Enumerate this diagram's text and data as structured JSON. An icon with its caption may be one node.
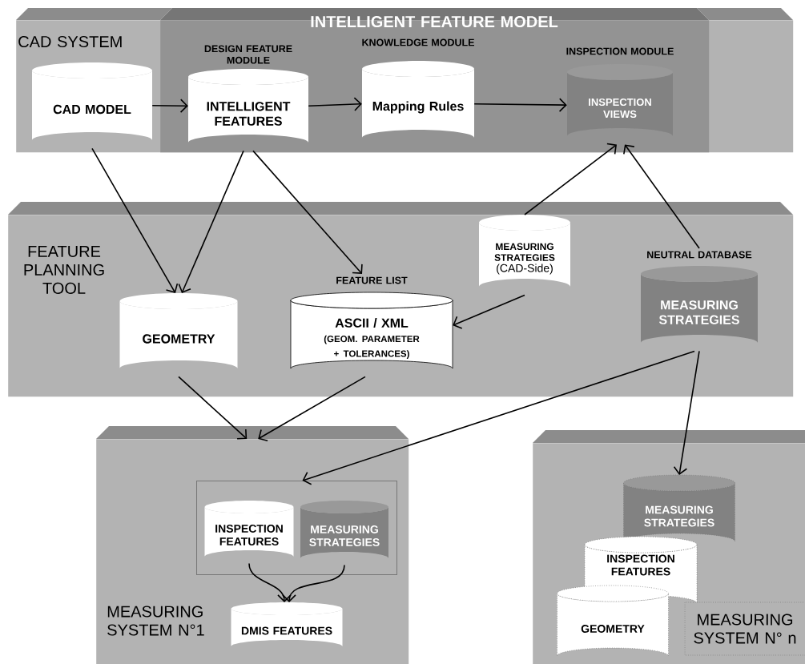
{
  "diagram": {
    "nodes": [
      {
        "text": [
          "CAD SYSTEM"
        ]
      },
      {
        "text": [
          "INTELLIGENT FEATURE MODEL"
        ],
        "in": 0
      },
      {
        "text": [
          "CAD MODEL"
        ],
        "in": 0
      },
      {
        "text": [
          "DESIGN FEATURE MODULE",
          "INTELLIGENT FEATURES"
        ],
        "in": 1
      },
      {
        "text": [
          "KNOWLEDGE MODULE",
          "Mapping Rules"
        ],
        "in": 1
      },
      {
        "text": [
          "INSPECTION MODULE",
          "INSPECTION VIEWS"
        ],
        "in": 1
      },
      {
        "text": [
          "FEATURE PLANNING TOOL"
        ]
      },
      {
        "text": [
          "GEOMETRY"
        ],
        "in": 6
      },
      {
        "text": [
          "FEATURE LIST",
          "ASCII / XML",
          "(GEOM. PARAMETER + TOLERANCES)"
        ],
        "in": 6
      },
      {
        "text": [
          "MEASURING STRATEGIES",
          "(CAD-Side)"
        ],
        "in": 6
      },
      {
        "text": [
          "NEUTRAL DATABASE",
          "MEASURING STRATEGIES"
        ],
        "in": 6
      },
      {
        "text": [
          "MEASURING SYSTEM N°1"
        ]
      },
      {
        "text": [],
        "shape": "box",
        "in": 11
      },
      {
        "text": [
          "INSPECTION FEATURES"
        ],
        "in": 12
      },
      {
        "text": [
          "MEASURING STRATEGIES"
        ],
        "in": 12
      },
      {
        "text": [
          "DMIS FEATURES"
        ],
        "in": 11
      },
      {
        "text": [
          "MEASURING SYSTEM N° n"
        ]
      },
      {
        "text": [
          "MEASURING STRATEGIES"
        ],
        "in": 16
      },
      {
        "text": [
          "INSPECTION FEATURES"
        ],
        "in": 16
      },
      {
        "text": [
          "GEOMETRY"
        ],
        "in": 16
      }
    ],
    "edges": [
      {
        "from": 2,
        "to": 3,
        "arrow": "to"
      },
      {
        "from": 3,
        "to": 4,
        "arrow": "to"
      },
      {
        "from": 4,
        "to": 5,
        "arrow": "to"
      },
      {
        "from": 2,
        "to": 7,
        "arrow": "to"
      },
      {
        "from": 3,
        "to": 7,
        "arrow": "to"
      },
      {
        "from": 3,
        "to": 8,
        "arrow": "to"
      },
      {
        "from": 9,
        "to": 5,
        "arrow": "to"
      },
      {
        "from": 10,
        "to": 5,
        "arrow": "to"
      },
      {
        "from": 9,
        "to": 8,
        "arrow": "to"
      },
      {
        "from": 7,
        "to": 11,
        "arrow": "to"
      },
      {
        "from": 8,
        "to": 11,
        "arrow": "to"
      },
      {
        "from": 10,
        "to": 12,
        "arrow": "to"
      },
      {
        "from": 10,
        "to": 17,
        "arrow": "to"
      },
      {
        "from": 13,
        "to": 15,
        "arrow": "to"
      },
      {
        "from": 14,
        "to": 15,
        "arrow": "to"
      }
    ]
  }
}
